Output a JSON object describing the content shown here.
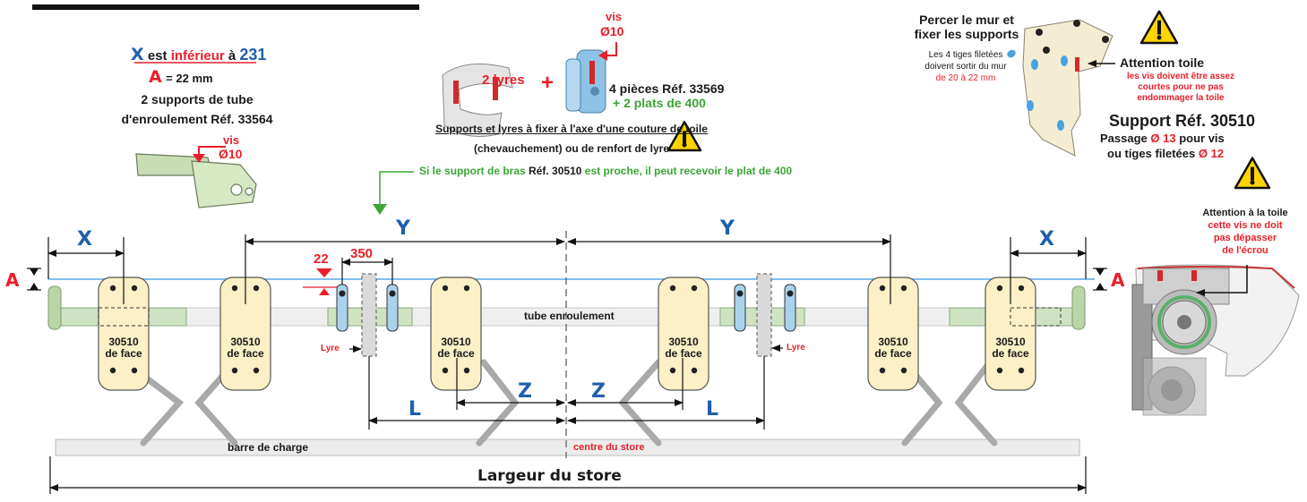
{
  "colors": {
    "red": "#e8202a",
    "blue": "#1f5fae",
    "green": "#3aa535",
    "support_fill": "#fbf0c6",
    "lyre_fill": "#a9d3ec",
    "tube_fill": "#cfe3c3",
    "light_blue_line": "#5aa9e6"
  },
  "left_info": {
    "x_letter": "X",
    "x_text": "est",
    "x_inferieur": "inférieur",
    "x_a": "à",
    "x_value": "231",
    "a_letter": "A",
    "a_value": "= 22 mm",
    "line3": "2 supports de tube",
    "line4": "d'enroulement Réf. 33564",
    "vis_label": "vis",
    "vis_dia": "Ø10"
  },
  "center_info": {
    "vis_label": "vis",
    "vis_dia": "Ø10",
    "lyres_label": "2 lyres",
    "plus": "+",
    "pieces_label": "4 pièces Réf. 33569",
    "plats_label": "+ 2 plats de 400",
    "note_line1": "Supports et lyres à fixer à l'axe d'une couture de toile",
    "note_line2": "(chevauchement) ou de renfort de lyre",
    "green_note_prefix": "Si le support de bras",
    "green_note_ref": "Réf. 30510",
    "green_note_suffix": "est proche, il peut recevoir le plat de 400"
  },
  "right_info": {
    "percer_line1": "Percer le mur et",
    "percer_line2": "fixer les supports",
    "tiges_line1": "Les 4 tiges filetées",
    "tiges_line2": "doivent sortir du mur",
    "tiges_line3": "de 20 à 22 mm",
    "attention_title": "Attention toile",
    "attention_line1": "les vis doivent être assez",
    "attention_line2": "courtes pour ne pas",
    "attention_line3": "endommager la toile",
    "support_ref": "Support Réf. 30510",
    "passage_prefix": "Passage",
    "passage_value": "Ø 13",
    "passage_suffix": "pour vis",
    "tiges_prefix": "ou tiges filetées",
    "tiges_value": "Ø 12",
    "toile_title": "Attention à la toile",
    "toile_line1": "cette vis ne doit",
    "toile_line2": "pas dépasser",
    "toile_line3": "de l'écrou"
  },
  "diagram": {
    "x_label": "X",
    "y_label": "Y",
    "z_label": "Z",
    "l_label": "L",
    "a_label": "A",
    "dim_22": "22",
    "dim_350": "350",
    "lyre_label": "Lyre",
    "support_line1": "30510",
    "support_line2": "de face",
    "tube_label": "tube enroulement",
    "barre_label": "barre de charge",
    "centre_label": "centre du store",
    "largeur_label": "Largeur du store"
  }
}
